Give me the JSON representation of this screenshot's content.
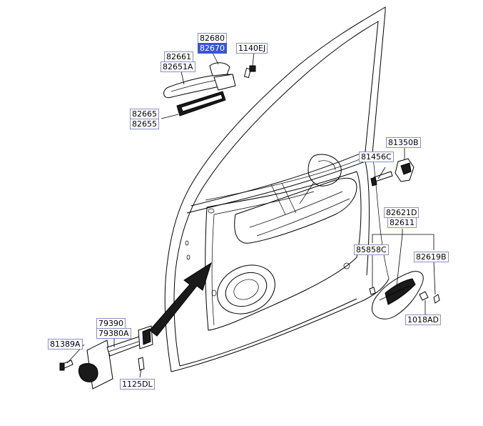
{
  "part_labels": [
    {
      "id": "p1",
      "text": "82680",
      "highlighted": false
    },
    {
      "id": "p2",
      "text": "82670",
      "highlighted": true
    },
    {
      "id": "p3",
      "text": "1140EJ",
      "highlighted": false
    },
    {
      "id": "p4",
      "text": "82661",
      "highlighted": false
    },
    {
      "id": "p5",
      "text": "82651A",
      "highlighted": false
    },
    {
      "id": "p6",
      "text": "82665",
      "highlighted": false
    },
    {
      "id": "p7",
      "text": "82655",
      "highlighted": false
    },
    {
      "id": "p8",
      "text": "81350B",
      "highlighted": false
    },
    {
      "id": "p9",
      "text": "81456C",
      "highlighted": false
    },
    {
      "id": "p10",
      "text": "82621D",
      "highlighted": false
    },
    {
      "id": "p11",
      "text": "82611",
      "highlighted": false
    },
    {
      "id": "p12",
      "text": "85858C",
      "highlighted": false
    },
    {
      "id": "p13",
      "text": "82619B",
      "highlighted": false
    },
    {
      "id": "p14",
      "text": "1018AD",
      "highlighted": false
    },
    {
      "id": "p15",
      "text": "79390",
      "highlighted": false
    },
    {
      "id": "p16",
      "text": "79380A",
      "highlighted": false
    },
    {
      "id": "p17",
      "text": "81389A",
      "highlighted": false
    },
    {
      "id": "p18",
      "text": "1125DL",
      "highlighted": false
    }
  ],
  "colors": {
    "highlight": "#3a55d8",
    "label_border": "#8c8fc4"
  }
}
